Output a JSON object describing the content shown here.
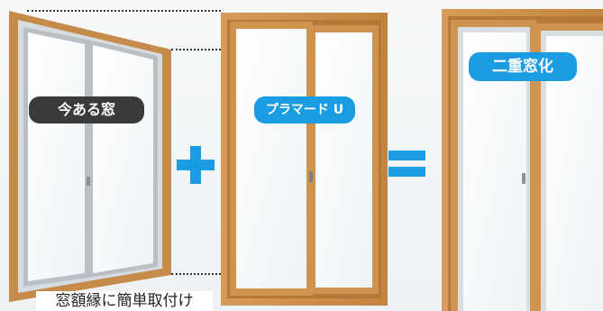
{
  "labels": {
    "existing_window": "今ある窓",
    "inner_window": "プラマード U",
    "double_window": "二重窓化",
    "caption": "窓額縁に簡単取付け"
  },
  "symbols": {
    "plus": "+",
    "equals": "="
  },
  "colors": {
    "accent_blue": "#1a9be2",
    "dark_pill": "#3a3a3a",
    "wood_frame": "#c68a4a",
    "aluminum": "#c9ced3"
  }
}
